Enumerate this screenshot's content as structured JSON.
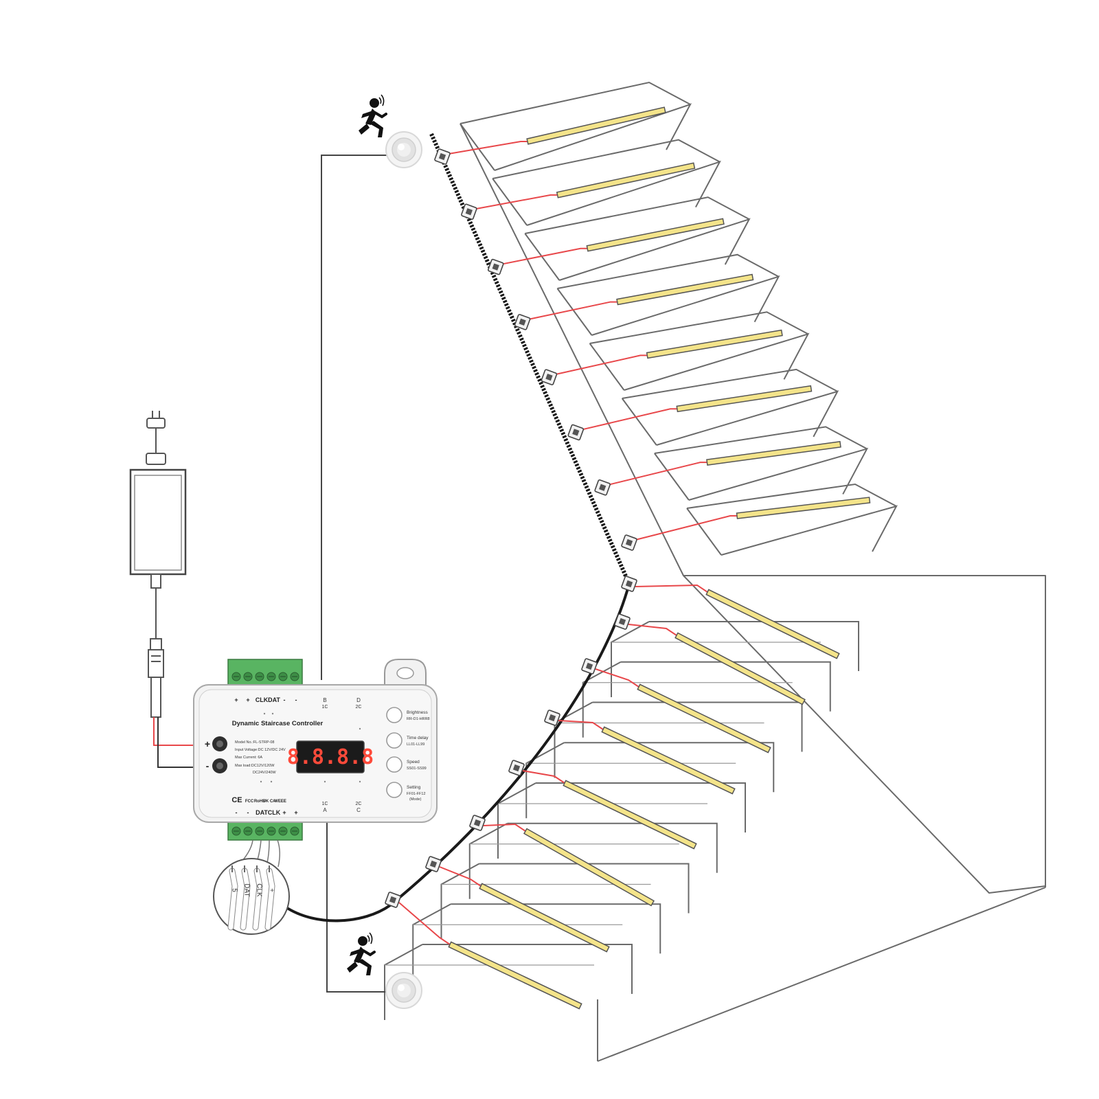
{
  "controller": {
    "title": "Dynamic Staircase Controller",
    "display": "8.8.8.8",
    "specs": [
      "Model No.:FL-STRP-08",
      "Input Voltage:DC 12V/DC 24V",
      "Max Current: 6A",
      "Max load:DC12V/120W",
      "DC24V/240W"
    ],
    "buttons": [
      {
        "name": "Brightness",
        "range": "RR-D1-HRR8"
      },
      {
        "name": "Time delay",
        "range": "LL01-LL99"
      },
      {
        "name": "Speed",
        "range": "SS01-SS99"
      },
      {
        "name": "Setting",
        "range": "FF01-FF12",
        "extra": "(Mode)"
      }
    ],
    "top_terminal_labels": [
      "+",
      "+",
      "CLK",
      "DAT",
      "-",
      "-"
    ],
    "bottom_terminal_labels": [
      "-",
      "-",
      "DAT",
      "CLK",
      "+",
      "+"
    ],
    "top_sensor_port": {
      "line1": "B",
      "line2": "1C"
    },
    "top_sensor_port_2": {
      "line1": "D",
      "line2": "2C"
    },
    "bottom_sensor_port": {
      "line1": "1C",
      "line2": "A"
    },
    "bottom_sensor_port_2": {
      "line1": "2C",
      "line2": "C"
    },
    "power_labels": {
      "plus": "+",
      "minus": "-"
    },
    "cert_marks": [
      "CE",
      "FCC",
      "RoHS",
      "UK CA",
      "WEEE"
    ]
  },
  "wire_callout": {
    "labels": [
      "5",
      "DAT",
      "CLK",
      "+"
    ]
  },
  "colors": {
    "led_fill": "#f4e48a",
    "led_edge": "#c8b850",
    "wire_red": "#e8474a",
    "wire_black": "#1a1a1a",
    "terminal_green": "#59b462",
    "line": "#666666"
  },
  "icons": {
    "top_sensor": "running-person-motion-icon",
    "bottom_sensor": "running-person-motion-icon",
    "power_plug": "power-plug-icon"
  },
  "steps": {
    "upper_count": 8,
    "lower_count": 9
  }
}
